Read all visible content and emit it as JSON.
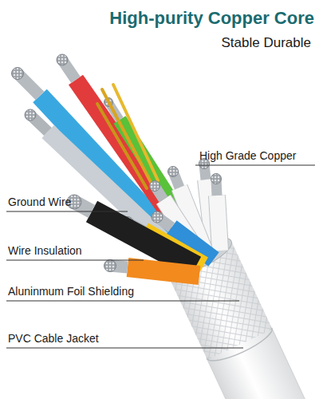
{
  "diagram": {
    "title": "High-purity Copper Core",
    "labels": [
      "Stable Durable",
      "High Grade Copper",
      "Ground Wire",
      "Wire Insulation",
      "Aluninmum Foil Shielding",
      "PVC Cable Jacket"
    ]
  }
}
